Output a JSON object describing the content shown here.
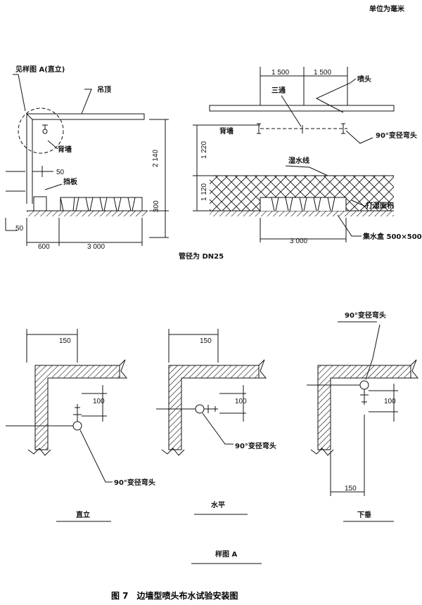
{
  "header": {
    "units": "单位为毫米"
  },
  "top_left": {
    "ref_detail": "见样图 A(直立)",
    "ceiling": "吊顶",
    "back_wall": "背墙",
    "baffle": "挡板",
    "dim_50_top": "50",
    "dim_50_bottom": "50",
    "dim_2140": "2 140",
    "dim_300": "300",
    "dim_600": "600",
    "dim_3000": "3 000"
  },
  "top_right": {
    "dim_1500_a": "1 500",
    "dim_1500_b": "1 500",
    "sprinkler": "喷头",
    "tee": "三通",
    "back_wall": "背墙",
    "elbow": "90°变径弯头",
    "dim_1220": "1 220",
    "wet_line": "湿水线",
    "dim_1120": "1 120",
    "wet_area": "打湿面积",
    "dim_3000": "3 000",
    "collector": "集水盒 500×500"
  },
  "pipe_note": "管径为 DN25",
  "details": {
    "upright": {
      "label": "直立",
      "dim_150": "150",
      "dim_100": "100",
      "elbow": "90°变径弯头"
    },
    "horizontal": {
      "label": "水平",
      "dim_150": "150",
      "dim_100": "100",
      "elbow": "90°变径弯头"
    },
    "pendent": {
      "label": "下垂",
      "dim_150": "150",
      "dim_100": "100",
      "elbow": "90°变径弯头"
    }
  },
  "sample_caption": "样图 A",
  "figure_caption": "图 7　边墙型喷头布水试验安装图"
}
